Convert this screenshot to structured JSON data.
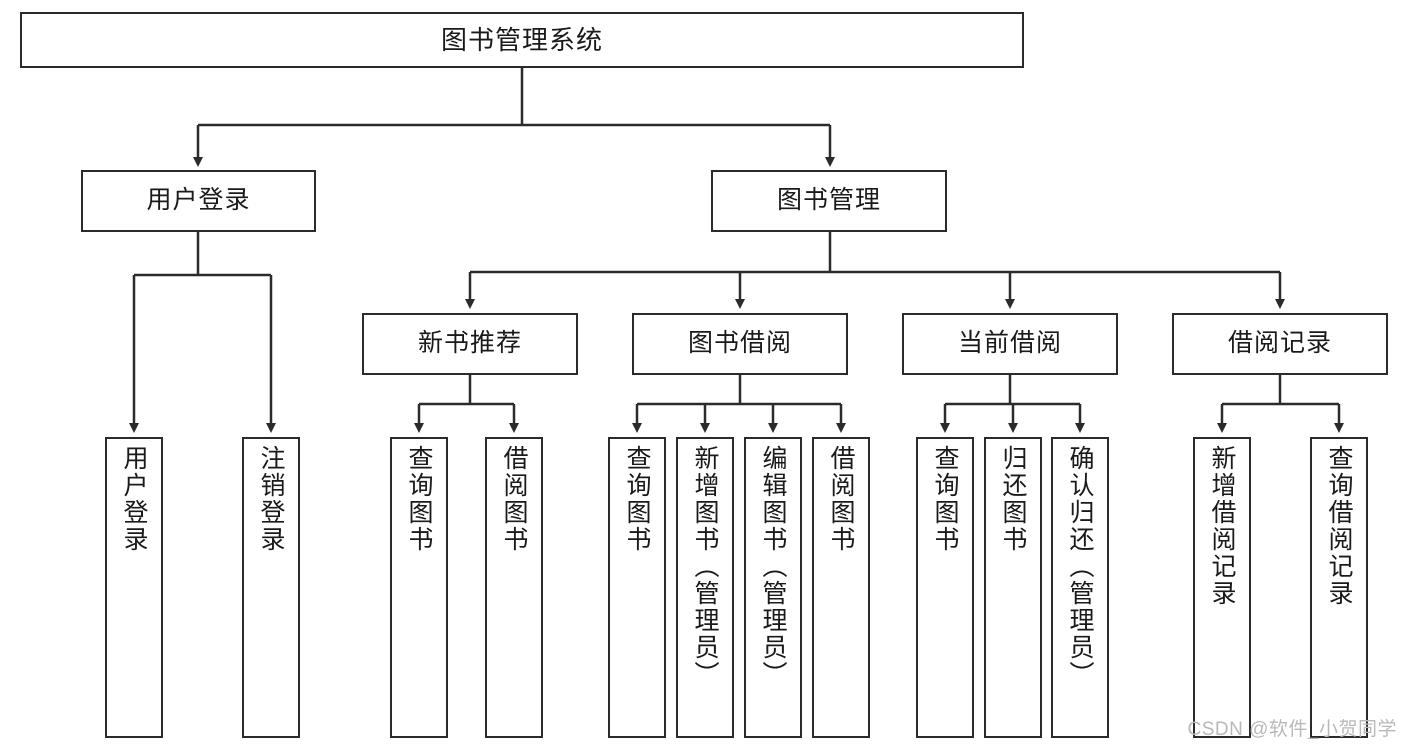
{
  "diagram": {
    "type": "tree-hierarchy-chart",
    "title": "图书管理系统",
    "root": {
      "id": "root",
      "label": "图书管理系统"
    },
    "level2": [
      {
        "id": "user-login",
        "label": "用户登录"
      },
      {
        "id": "book-management",
        "label": "图书管理"
      }
    ],
    "level3": [
      {
        "id": "new-book-recommend",
        "label": "新书推荐",
        "parent": "book-management"
      },
      {
        "id": "book-borrow",
        "label": "图书借阅",
        "parent": "book-management"
      },
      {
        "id": "current-borrow",
        "label": "当前借阅",
        "parent": "book-management"
      },
      {
        "id": "borrow-record",
        "label": "借阅记录",
        "parent": "book-management"
      }
    ],
    "leaves": {
      "user-login": [
        {
          "id": "leaf-user-login",
          "label": "用户登录"
        },
        {
          "id": "leaf-logout-login",
          "label": "注销登录"
        }
      ],
      "new-book-recommend": [
        {
          "id": "leaf-query-book-1",
          "label": "查询图书"
        },
        {
          "id": "leaf-borrow-book-1",
          "label": "借阅图书"
        }
      ],
      "book-borrow": [
        {
          "id": "leaf-query-book-2",
          "label": "查询图书"
        },
        {
          "id": "leaf-add-book",
          "label": "新增图书（管理员）"
        },
        {
          "id": "leaf-edit-book",
          "label": "编辑图书（管理员）"
        },
        {
          "id": "leaf-borrow-book-2",
          "label": "借阅图书"
        }
      ],
      "current-borrow": [
        {
          "id": "leaf-query-book-3",
          "label": "查询图书"
        },
        {
          "id": "leaf-return-book",
          "label": "归还图书"
        },
        {
          "id": "leaf-confirm-return",
          "label": "确认归还（管理员）"
        }
      ],
      "borrow-record": [
        {
          "id": "leaf-add-record",
          "label": "新增借阅记录"
        },
        {
          "id": "leaf-query-record",
          "label": "查询借阅记录"
        }
      ]
    }
  },
  "watermark": {
    "text": "CSDN @软件_小贺同学"
  },
  "colors": {
    "stroke": "#2b2b2b",
    "fill": "#ffffff",
    "text": "#1a1a1a",
    "watermark": "#b9b9b9"
  }
}
